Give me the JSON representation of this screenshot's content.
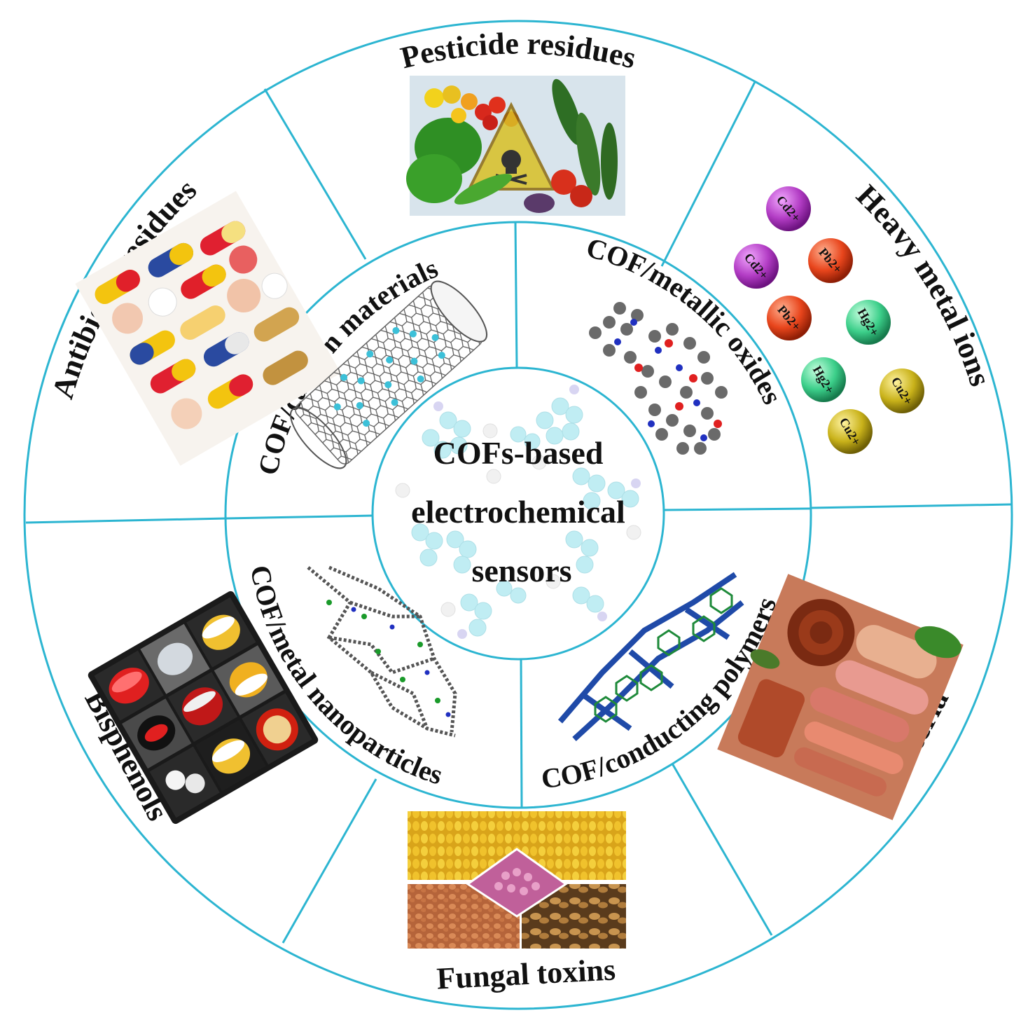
{
  "center": {
    "lines": [
      "COFs-based",
      "electrochemical",
      "sensors"
    ]
  },
  "inner_ring": {
    "carbon": "COF/carbon materials",
    "metallic_oxides": "COF/metallic oxides",
    "metal_nanoparticles": "COF/metal nanoparticles",
    "conducting_polymers": "COF/conducting polymers"
  },
  "outer_ring": {
    "pesticide": "Pesticide residues",
    "heavy_metal": "Heavy metal ions",
    "bacteria": "Bacteria",
    "fungal": "Fungal toxins",
    "bisphenols": "Bisphenols",
    "antibiotic": "Antibiotic residues"
  },
  "ions": [
    "Cd2+",
    "Cd2+",
    "Pb2+",
    "Pb2+",
    "Hg2+",
    "Hg2+",
    "Cu2+",
    "Cu2+"
  ],
  "colors": {
    "ring": "#2cb5d1",
    "cd": "#b23cc4",
    "pb": "#e8451c",
    "hg": "#3ccf8a",
    "cu": "#c9b21a"
  }
}
